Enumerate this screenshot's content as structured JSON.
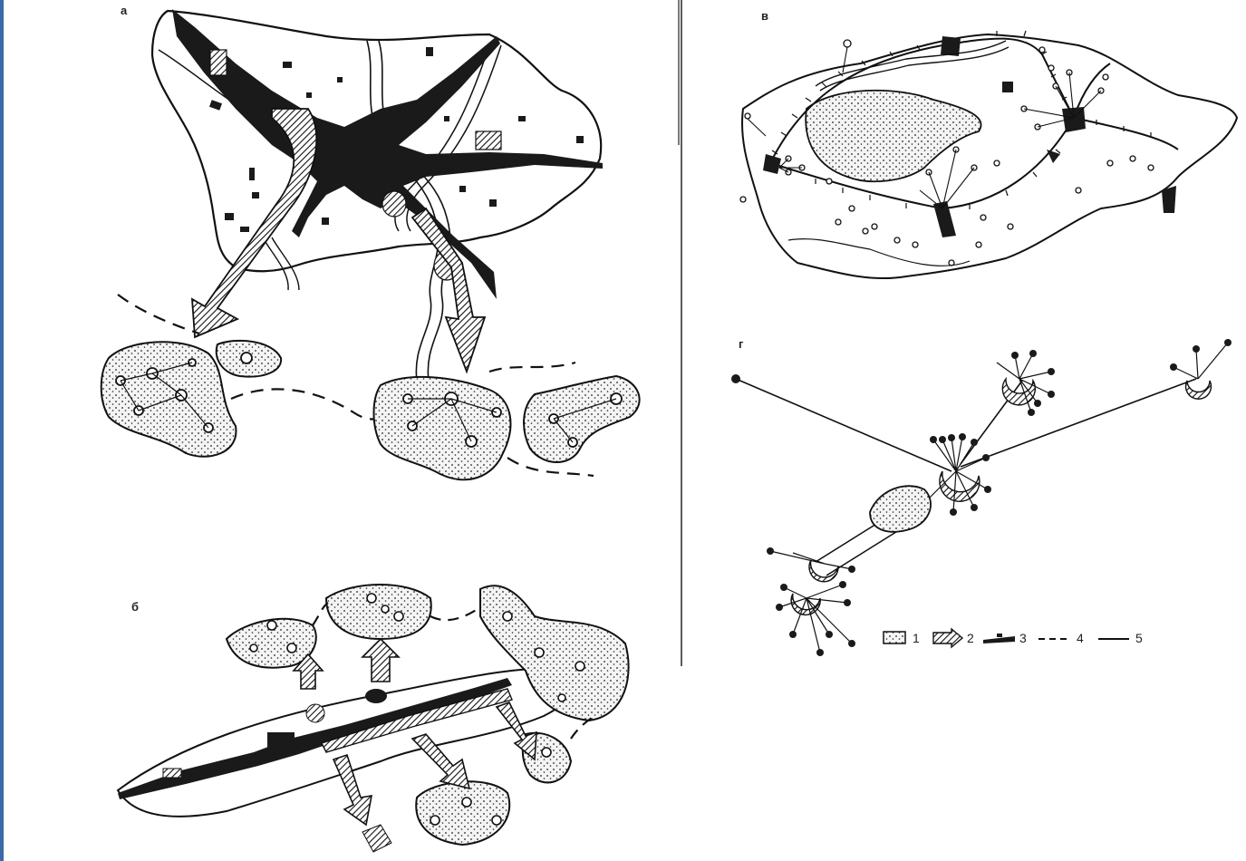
{
  "panels": [
    {
      "id": "a",
      "label": "а"
    },
    {
      "id": "b",
      "label": "б"
    },
    {
      "id": "v",
      "label": "в"
    },
    {
      "id": "g",
      "label": "г"
    }
  ],
  "legend": [
    {
      "num": "1",
      "symbol": "dotted-patch"
    },
    {
      "num": "2",
      "symbol": "hatched-arrow"
    },
    {
      "num": "3",
      "symbol": "built-up-strip"
    },
    {
      "num": "4",
      "symbol": "dashed-line"
    },
    {
      "num": "5",
      "symbol": "solid-line"
    }
  ],
  "colors": {
    "ink": "#1a1a1a",
    "paper": "#ffffff",
    "stipple": "#f0f0f0"
  }
}
